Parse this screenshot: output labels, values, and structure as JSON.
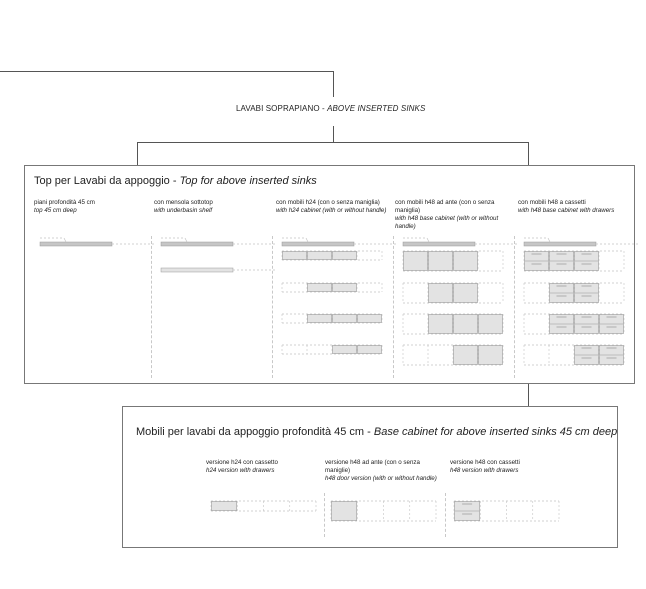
{
  "root": {
    "label_it": "LAVABI SOPRAPIANO - ",
    "label_en": "ABOVE INSERTED SINKS"
  },
  "top_panel": {
    "title_it": "Top per Lavabi da appoggio - ",
    "title_en": "Top for above inserted sinks",
    "columns": [
      {
        "it": "piani profondità 45 cm",
        "en": "top 45 cm deep",
        "shelf": false,
        "modules": []
      },
      {
        "it": "con mensola sottotop",
        "en": "with underbasin shelf",
        "shelf": true,
        "modules": []
      },
      {
        "it": "con mobili h24 (con o senza maniglia)",
        "en": "with h24 cabinet (with or without handle)",
        "shelf": false,
        "modules": [
          {
            "kind": "h24",
            "fill": [
              true,
              true,
              true,
              false
            ]
          },
          {
            "kind": "h24",
            "fill": [
              false,
              true,
              true,
              false
            ]
          },
          {
            "kind": "h24",
            "fill": [
              false,
              true,
              true,
              true
            ]
          },
          {
            "kind": "h24",
            "fill": [
              false,
              false,
              true,
              true
            ]
          }
        ]
      },
      {
        "it": "con mobili h48 ad ante (con o senza maniglia)",
        "en": "with h48 base cabinet (with or without handle)",
        "shelf": false,
        "modules": [
          {
            "kind": "h48",
            "fill": [
              true,
              true,
              true,
              false
            ]
          },
          {
            "kind": "h48",
            "fill": [
              false,
              true,
              true,
              false
            ]
          },
          {
            "kind": "h48",
            "fill": [
              false,
              true,
              true,
              true
            ]
          },
          {
            "kind": "h48",
            "fill": [
              false,
              false,
              true,
              true
            ]
          }
        ]
      },
      {
        "it": "con mobili h48 a cassetti",
        "en": "with h48 base cabinet with drawers",
        "shelf": false,
        "modules": [
          {
            "kind": "h48d",
            "fill": [
              true,
              true,
              true,
              false
            ]
          },
          {
            "kind": "h48d",
            "fill": [
              false,
              true,
              true,
              false
            ]
          },
          {
            "kind": "h48d",
            "fill": [
              false,
              true,
              true,
              true
            ]
          },
          {
            "kind": "h48d",
            "fill": [
              false,
              false,
              true,
              true
            ]
          }
        ]
      }
    ]
  },
  "base_panel": {
    "title_it": "Mobili per lavabi da appoggio profondità 45 cm - ",
    "title_en": "Base cabinet for above inserted sinks 45 cm deep",
    "columns": [
      {
        "it": "versione h24 con cassetto",
        "en": "h24 version with drawers",
        "kind": "h24"
      },
      {
        "it": "versione h48 ad ante (con o senza maniglie)",
        "en": "h48 door version (with or without handle)",
        "kind": "h48"
      },
      {
        "it": "versione h48 con cassetti",
        "en": "h48 version with drawers",
        "kind": "h48d"
      }
    ]
  }
}
